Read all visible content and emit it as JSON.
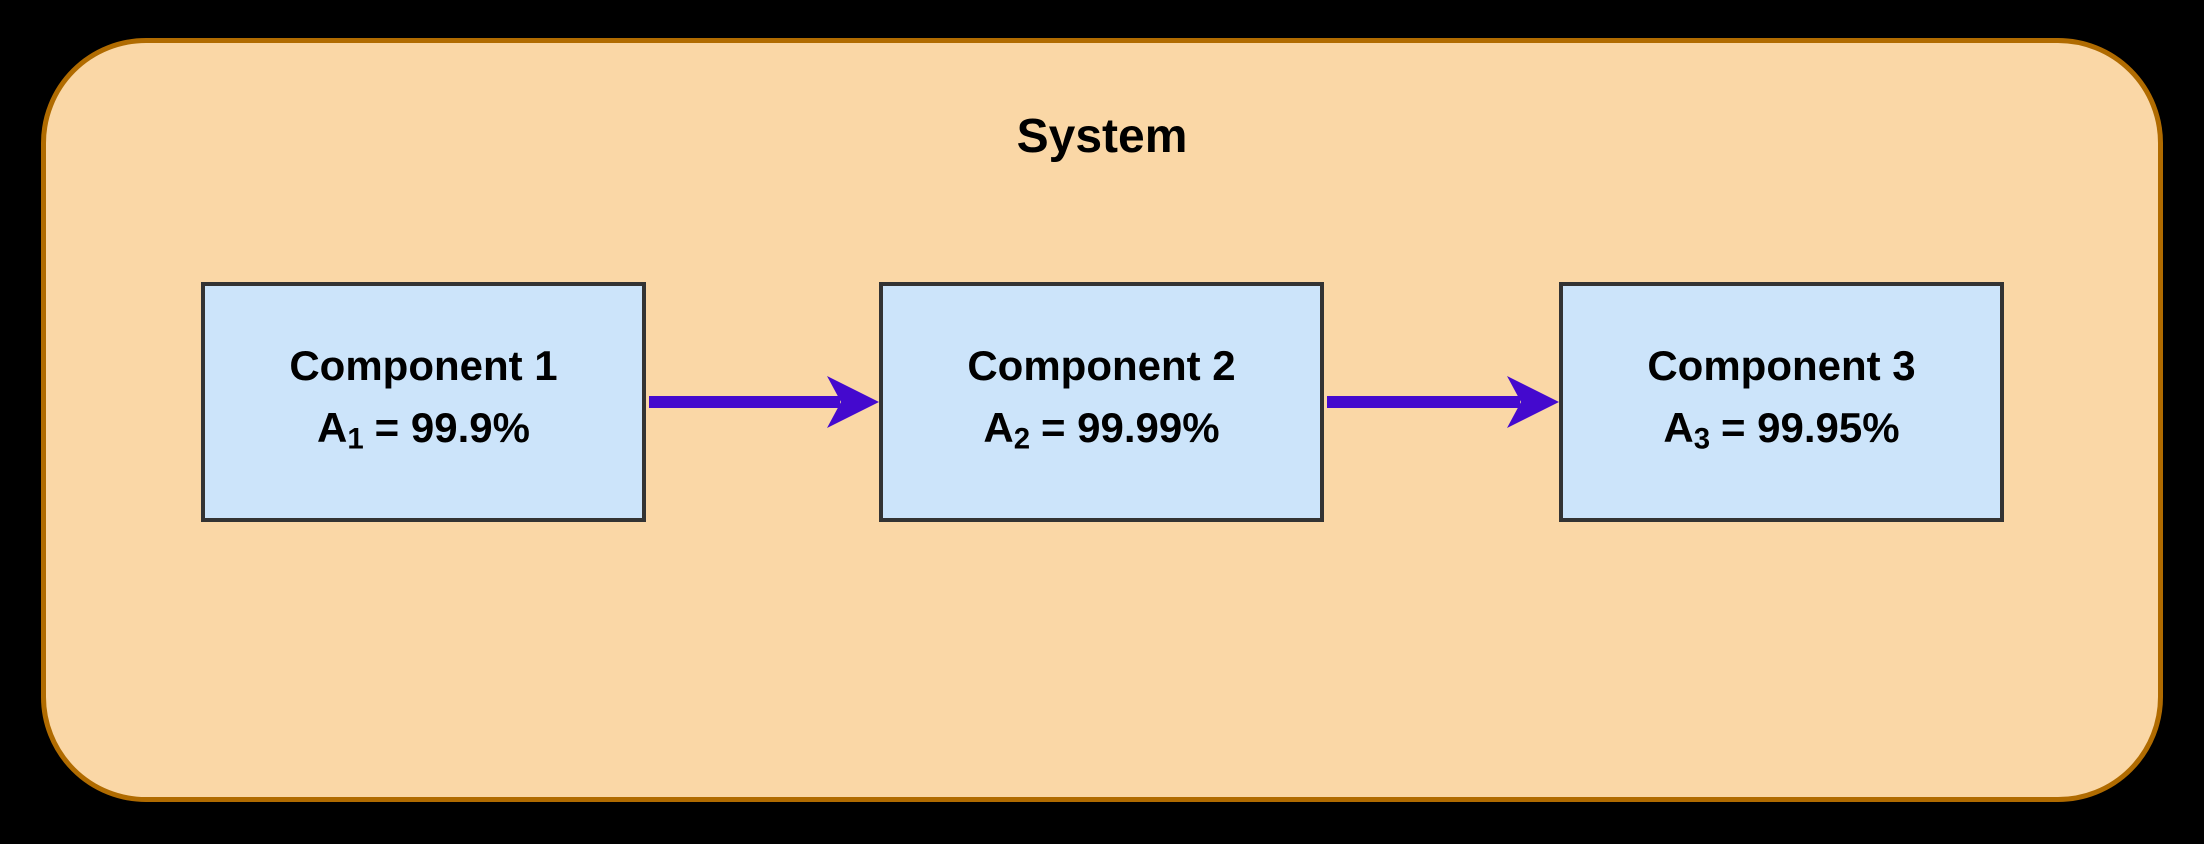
{
  "diagram": {
    "title": "System",
    "components": [
      {
        "name": "Component 1",
        "metric_symbol": "A",
        "metric_subscript": "1",
        "metric_value": "= 99.9%"
      },
      {
        "name": "Component 2",
        "metric_symbol": "A",
        "metric_subscript": "2",
        "metric_value": "= 99.99%"
      },
      {
        "name": "Component 3",
        "metric_symbol": "A",
        "metric_subscript": "3",
        "metric_value": "= 99.95%"
      }
    ],
    "connections": [
      {
        "from": "Component 1",
        "to": "Component 2"
      },
      {
        "from": "Component 2",
        "to": "Component 3"
      }
    ]
  },
  "colors": {
    "page_bg": "#000000",
    "system_fill": "#FAD7A6",
    "system_border": "#B06B00",
    "component_fill": "#CCE4FA",
    "component_border": "#333333",
    "arrow": "#4409CE",
    "text": "#000000"
  }
}
